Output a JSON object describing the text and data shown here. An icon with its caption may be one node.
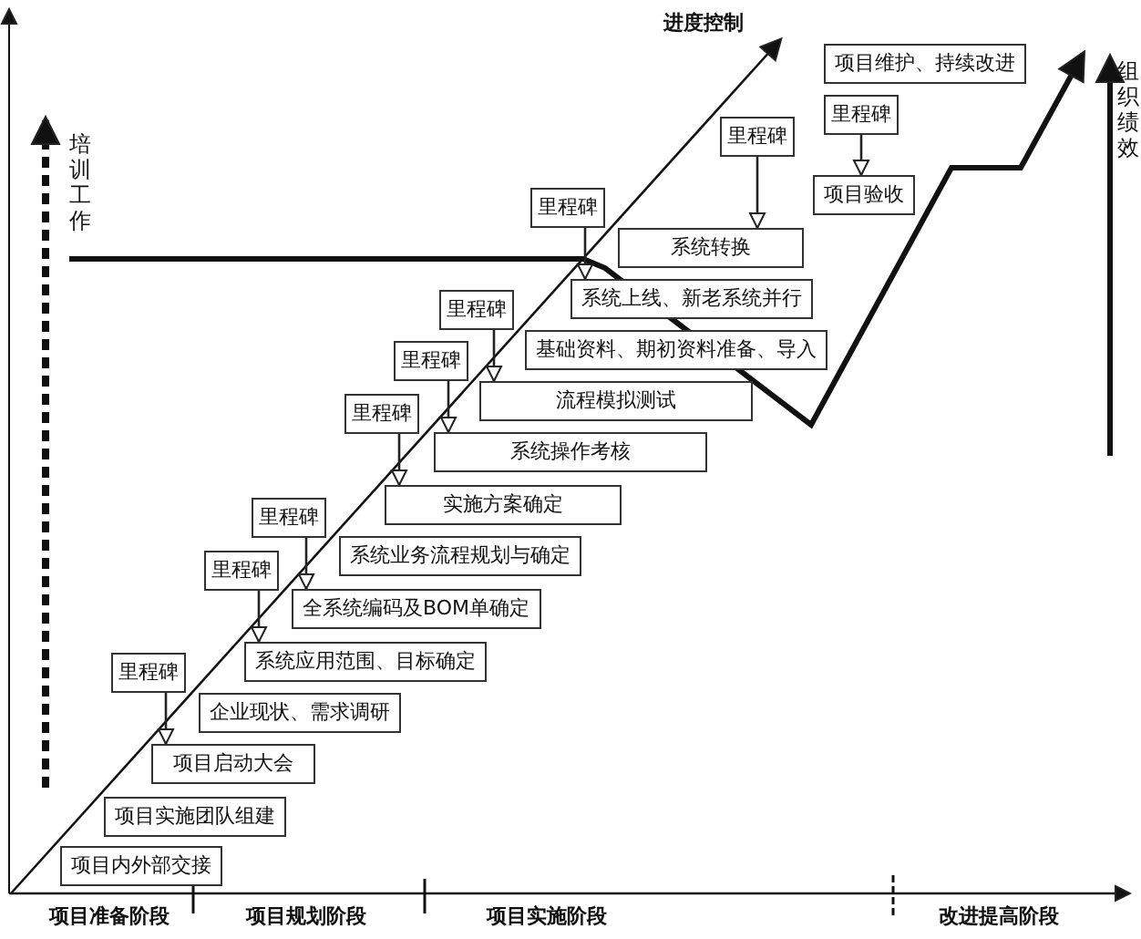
{
  "diagram": {
    "nodes": [
      {
        "text": [
          "项目内外部交接"
        ]
      },
      {
        "text": [
          "项目实施团队组建"
        ]
      },
      {
        "text": [
          "项目启动大会"
        ]
      },
      {
        "text": [
          "企业现状、需求调研"
        ]
      },
      {
        "text": [
          "里程碑"
        ]
      },
      {
        "text": [
          "系统应用范围、目标确定"
        ]
      },
      {
        "text": [
          "全系统编码及BOM单确定"
        ]
      },
      {
        "text": [
          "里程碑"
        ]
      },
      {
        "text": [
          "系统业务流程规划与确定"
        ]
      },
      {
        "text": [
          "里程碑"
        ]
      },
      {
        "text": [
          "实施方案确定"
        ]
      },
      {
        "text": [
          "里程碑"
        ]
      },
      {
        "text": [
          "系统操作考核"
        ]
      },
      {
        "text": [
          "里程碑"
        ]
      },
      {
        "text": [
          "流程模拟测试"
        ]
      },
      {
        "text": [
          "里程碑"
        ]
      },
      {
        "text": [
          "基础资料、期初资料准备、导入"
        ]
      },
      {
        "text": [
          "系统上线、新老系统并行"
        ]
      },
      {
        "text": [
          "里程碑"
        ]
      },
      {
        "text": [
          "系统转换"
        ]
      },
      {
        "text": [
          "里程碑"
        ]
      },
      {
        "text": [
          "项目验收"
        ]
      },
      {
        "text": [
          "里程碑"
        ]
      },
      {
        "text": [
          "项目维护、持续改进"
        ]
      }
    ],
    "edges": [
      {
        "from": 4,
        "to": 2,
        "arrow": "to"
      },
      {
        "from": 7,
        "to": 5,
        "arrow": "to"
      },
      {
        "from": 9,
        "to": 6,
        "arrow": "to"
      },
      {
        "from": 11,
        "to": 10,
        "arrow": "to"
      },
      {
        "from": 13,
        "to": 12,
        "arrow": "to"
      },
      {
        "from": 15,
        "to": 14,
        "arrow": "to"
      },
      {
        "from": 18,
        "to": 17,
        "arrow": "to"
      },
      {
        "from": 20,
        "to": 19,
        "arrow": "to"
      },
      {
        "from": 22,
        "to": 21,
        "arrow": "to"
      }
    ],
    "labels": [
      "进度控制",
      "组织绩效",
      "培训工作",
      "项目准备阶段",
      "项目规划阶段",
      "项目实施阶段",
      "改进提高阶段"
    ]
  }
}
